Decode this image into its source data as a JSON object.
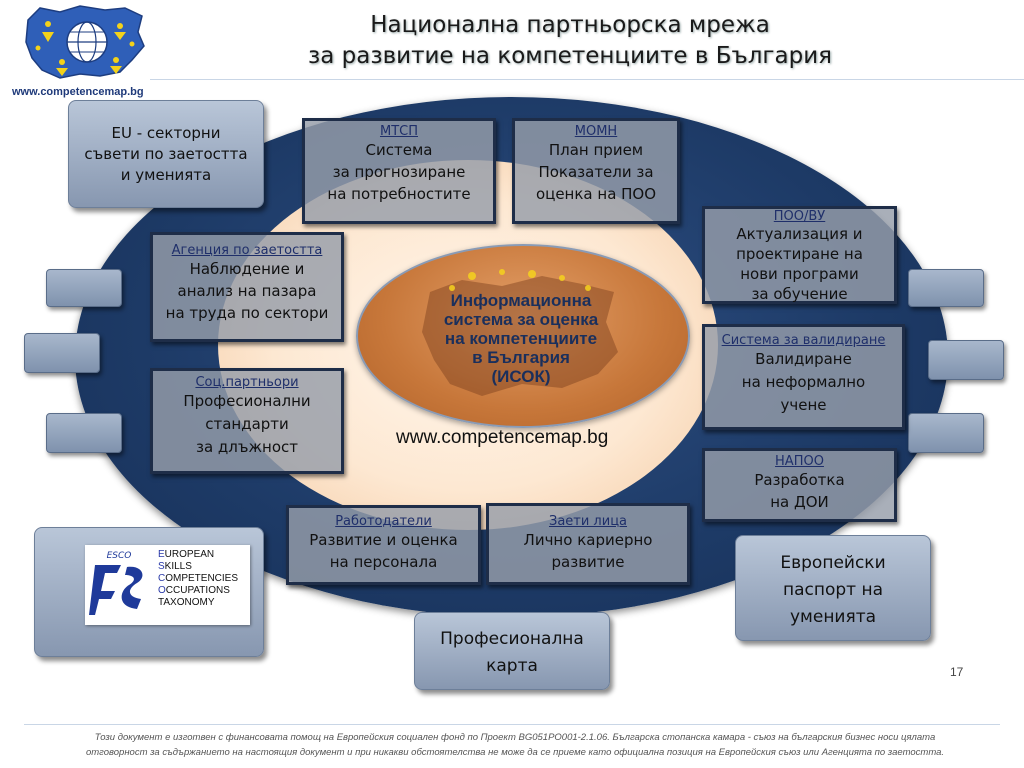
{
  "header": {
    "title_line1": "Национална партньорска мрежа",
    "title_line2": "за развитие на компетенциите в България",
    "website": "www.competencemap.bg"
  },
  "center": {
    "title_line1": "Информационна",
    "title_line2": "система за оценка",
    "title_line3": "на компетенциите",
    "title_line4": "в България",
    "title_line5": "(ИСОК)",
    "url": "www.competencemap.bg"
  },
  "eu_box": {
    "line1": "EU - секторни",
    "line2": "съвети по заетостта",
    "line3": "и уменията"
  },
  "boxes": {
    "mtsp": {
      "heading": "МТСП",
      "line1": "Система",
      "line2": "за прогнозиране",
      "line3": "на потребностите"
    },
    "momn": {
      "heading": "МОМН",
      "line1": "План прием",
      "line2": "Показатели за",
      "line3": "оценка на ПОО"
    },
    "poo_vu": {
      "heading": "ПОО/ВУ",
      "line1": "Актуализация и",
      "line2": "проектиране на",
      "line3": "нови програми",
      "line4": "за обучение"
    },
    "agency": {
      "heading": "Агенция по заетостта",
      "line1": "Наблюдение  и",
      "line2": "анализ на пазара",
      "line3": "на труда по сектори"
    },
    "validation": {
      "heading": "Система за валидиране",
      "line1": "Валидиране",
      "line2": "на неформално",
      "line3": "учене"
    },
    "social": {
      "heading": "Соц.партньори",
      "line1": "Професионални",
      "line2": "стандарти",
      "line3": "за длъжност"
    },
    "napoo": {
      "heading": "НАПОО",
      "line1": "Разработка",
      "line2": "на ДОИ"
    },
    "employers": {
      "heading": "Работодатели",
      "line1": "Развитие и оценка",
      "line2": "на персонала"
    },
    "employed": {
      "heading": "Заети лица",
      "line1": "Лично кариерно",
      "line2": "развитие"
    }
  },
  "esco": {
    "logo_text": "ESCO",
    "rows": [
      {
        "initial": "E",
        "rest": "UROPEAN"
      },
      {
        "initial": "S",
        "rest": "KILLS"
      },
      {
        "initial": "C",
        "rest": "OMPETENCIES"
      },
      {
        "initial": "O",
        "rest": "CCUPATIONS"
      },
      {
        "initial": "",
        "rest": "TAXONOMY"
      }
    ]
  },
  "europass": {
    "line1": "Европейски",
    "line2": "паспорт на",
    "line3": "уменията"
  },
  "prof_card": {
    "line1": "Професионална",
    "line2": "карта"
  },
  "page_number": "17",
  "footer": {
    "line1": "Този документ е изготвен с финансовата помощ на Европейския социален фонд по Проект BG051PO001-2.1.06. Българска стопанска камара - съюз на българския бизнес носи цялата",
    "line2": "отговорност за съдържанието на настоящия документ и при никакви обстоятелства не може да се приеме като официална позиция на Европейския съюз или Агенцията по заетостта."
  },
  "colors": {
    "dark_blue": "#1d3a66",
    "peach": "#fde8d2",
    "orange": "#c7773a",
    "box_gray": "#969eaa"
  }
}
